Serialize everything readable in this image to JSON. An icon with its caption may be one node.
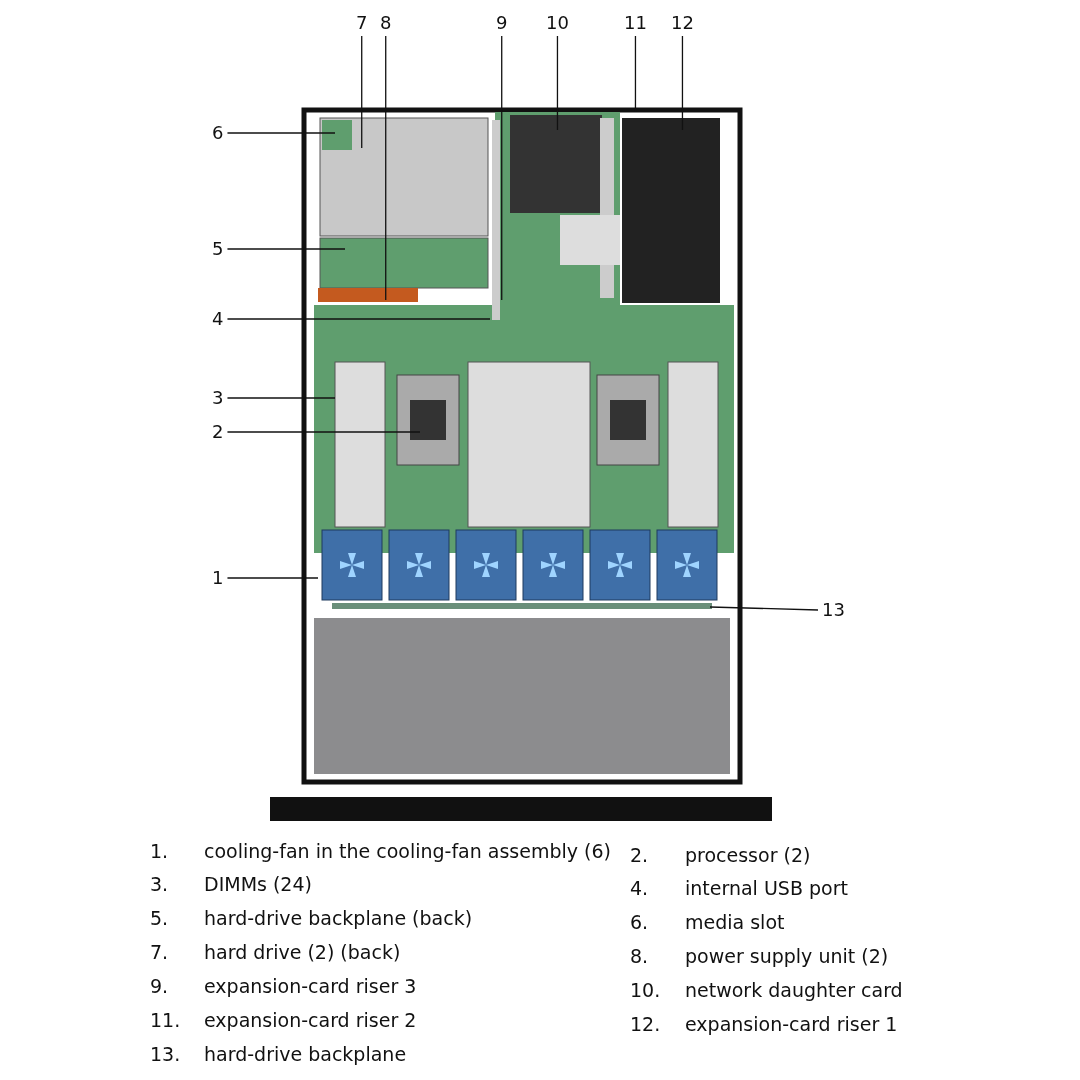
{
  "diagram": {
    "nodes": [
      {
        "text": [
          "1"
        ]
      },
      {
        "text": [
          "2"
        ]
      },
      {
        "text": [
          "3"
        ]
      },
      {
        "text": [
          "4"
        ]
      },
      {
        "text": [
          "5"
        ]
      },
      {
        "text": [
          "6"
        ]
      },
      {
        "text": [
          "7"
        ]
      },
      {
        "text": [
          "8"
        ]
      },
      {
        "text": [
          "9"
        ]
      },
      {
        "text": [
          "10"
        ]
      },
      {
        "text": [
          "11"
        ]
      },
      {
        "text": [
          "12"
        ]
      },
      {
        "text": [
          "13"
        ]
      }
    ],
    "edges": [
      {
        "from": 0,
        "to": null,
        "arrow": "none"
      },
      {
        "from": 1,
        "to": null,
        "arrow": "none"
      },
      {
        "from": 2,
        "to": null,
        "arrow": "none"
      },
      {
        "from": 3,
        "to": null,
        "arrow": "none"
      },
      {
        "from": 4,
        "to": null,
        "arrow": "none"
      },
      {
        "from": 5,
        "to": null,
        "arrow": "none"
      },
      {
        "from": 6,
        "to": null,
        "arrow": "none"
      },
      {
        "from": 7,
        "to": null,
        "arrow": "none"
      },
      {
        "from": 8,
        "to": null,
        "arrow": "none"
      },
      {
        "from": 9,
        "to": null,
        "arrow": "none"
      },
      {
        "from": 10,
        "to": null,
        "arrow": "none"
      },
      {
        "from": 11,
        "to": null,
        "arrow": "none"
      },
      {
        "from": 12,
        "to": null,
        "arrow": "none"
      }
    ],
    "labels": [
      "1.",
      "cooling-fan in the cooling-fan assembly (6)",
      "2.",
      "processor (2)",
      "3.",
      "DIMMs (24)",
      "4.",
      "internal USB port",
      "5.",
      "hard-drive backplane (back)",
      "6.",
      "media slot",
      "7.",
      "hard drive (2) (back)",
      "8.",
      "power supply unit (2)",
      "9.",
      "expansion-card riser 3",
      "10.",
      "network daughter card",
      "11.",
      "expansion-card riser 2",
      "12.",
      "expansion-card riser 1",
      "13.",
      "hard-drive backplane"
    ]
  }
}
